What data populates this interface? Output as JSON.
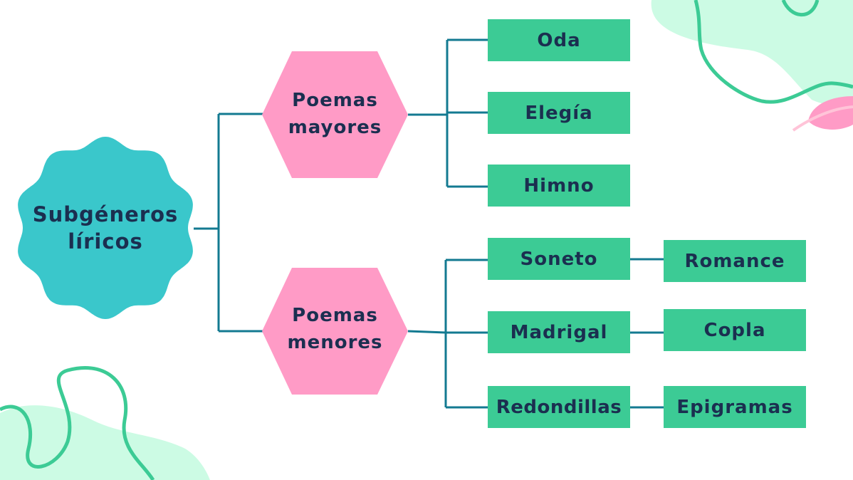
{
  "colors": {
    "root": "#3AC7CB",
    "hexagon": "#FF9BC6",
    "box": "#3CCB95",
    "text": "#1B2F50",
    "line": "#137A91",
    "mint": "#CCFBE4",
    "accent_green": "#3CCB95"
  },
  "root": {
    "label_line1": "Subgéneros",
    "label_line2": "líricos"
  },
  "branches": [
    {
      "label_line1": "Poemas",
      "label_line2": "mayores",
      "items": [
        "Oda",
        "Elegía",
        "Himno"
      ]
    },
    {
      "label_line1": "Poemas",
      "label_line2": "menores",
      "items": [
        "Soneto",
        "Madrigal",
        "Redondillas"
      ],
      "sub_items": [
        "Romance",
        "Copla",
        "Epigramas"
      ]
    }
  ]
}
